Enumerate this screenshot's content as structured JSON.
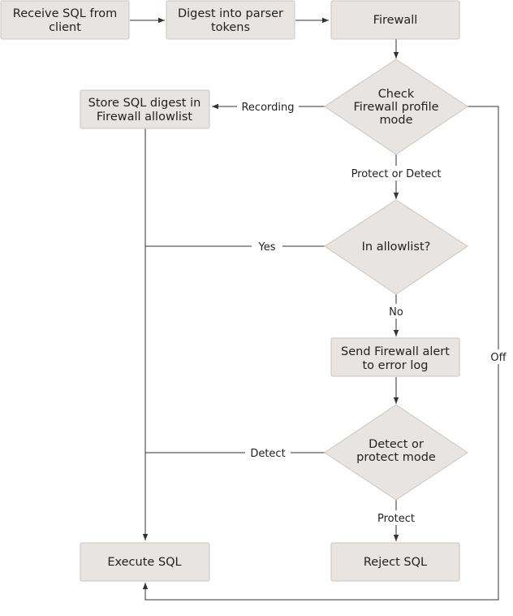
{
  "nodes": {
    "receive": [
      "Receive SQL from",
      "client"
    ],
    "digest": [
      "Digest into parser",
      "tokens"
    ],
    "firewall": [
      "Firewall"
    ],
    "check_mode": [
      "Check",
      "Firewall profile",
      "mode"
    ],
    "store": [
      "Store SQL digest in",
      "Firewall allowlist"
    ],
    "in_allowlist": [
      "In allowlist?"
    ],
    "send_alert": [
      "Send Firewall alert",
      "to error log"
    ],
    "detect_protect": [
      "Detect or",
      "protect mode"
    ],
    "execute": [
      "Execute SQL"
    ],
    "reject": [
      "Reject SQL"
    ]
  },
  "edges": {
    "recording": "Recording",
    "protect_or_detect": "Protect or Detect",
    "yes": "Yes",
    "no": "No",
    "detect": "Detect",
    "protect": "Protect",
    "off": "Off"
  }
}
